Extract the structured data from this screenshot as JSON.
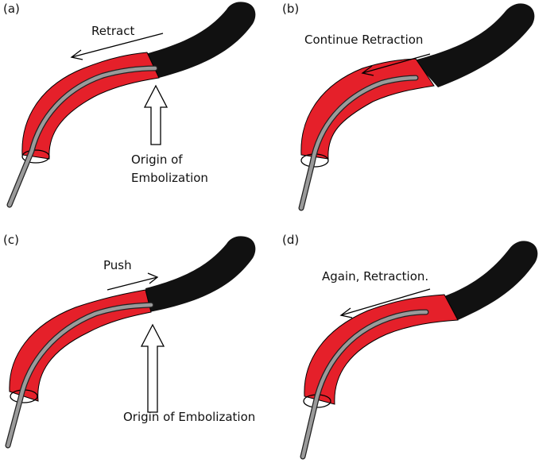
{
  "panels": [
    {
      "label": "(a)",
      "annotation": "Retract",
      "origin_line1": "Origin of",
      "origin_line2": "Embolization"
    },
    {
      "label": "(b)",
      "annotation": "Continue Retraction"
    },
    {
      "label": "(c)",
      "annotation": "Push",
      "origin_text": "Origin of Embolization"
    },
    {
      "label": "(d)",
      "annotation": "Again, Retraction."
    }
  ],
  "colors": {
    "vessel": "#e5202a",
    "clot": "#111111",
    "catheter": "#9a9a9a",
    "outline": "#000000"
  }
}
